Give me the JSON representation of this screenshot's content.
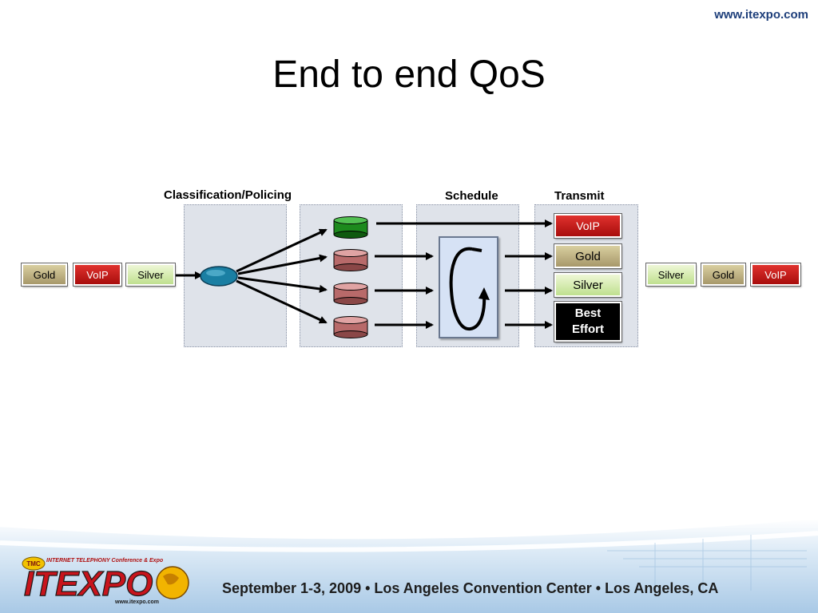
{
  "header": {
    "url": "www.itexpo.com",
    "title": "End to end QoS"
  },
  "diagram": {
    "stages": {
      "classification": "Classification/Policing",
      "schedule": "Schedule",
      "transmit": "Transmit"
    },
    "input_packets": [
      "Gold",
      "VoIP",
      "Silver"
    ],
    "transmit_queue": [
      "VoIP",
      "Gold",
      "Silver",
      "Best",
      "Effort"
    ],
    "output_packets": [
      "Silver",
      "Gold",
      "VoIP"
    ],
    "colors": {
      "gold": "#b5a67a",
      "voip": "#c41412",
      "silver": "#d4ebb0",
      "queue_green": "#1d8a1d",
      "queue_red": "#b86a6a",
      "classifier": "#1a7fa3",
      "panel": "#dfe3ea"
    }
  },
  "footer": {
    "event_text": "September 1-3, 2009  •  Los Angeles Convention Center  •  Los Angeles, CA",
    "logo": {
      "brand": "ITEXPO",
      "tagline": "INTERNET TELEPHONY Conference & Expo",
      "tmc": "TMC",
      "url": "www.itexpo.com"
    }
  }
}
